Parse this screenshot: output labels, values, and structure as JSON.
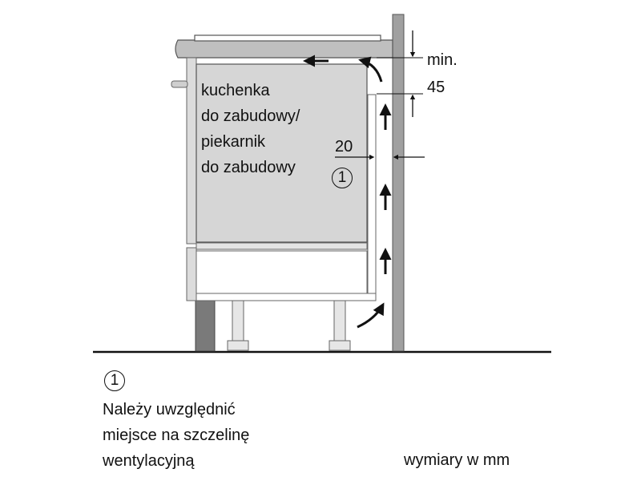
{
  "appliance": {
    "lines": [
      "kuchenka",
      "do zabudowy/",
      "piekarnik",
      "do zabudowy"
    ],
    "marker": "1"
  },
  "dimensions": {
    "min_label": "min.",
    "min_value": "45",
    "gap_value": "20"
  },
  "legend": {
    "marker": "1",
    "lines": [
      "Należy uwzględnić",
      "miejsce na szczelinę",
      "wentylacyjną"
    ]
  },
  "units_note": "wymiary w mm"
}
